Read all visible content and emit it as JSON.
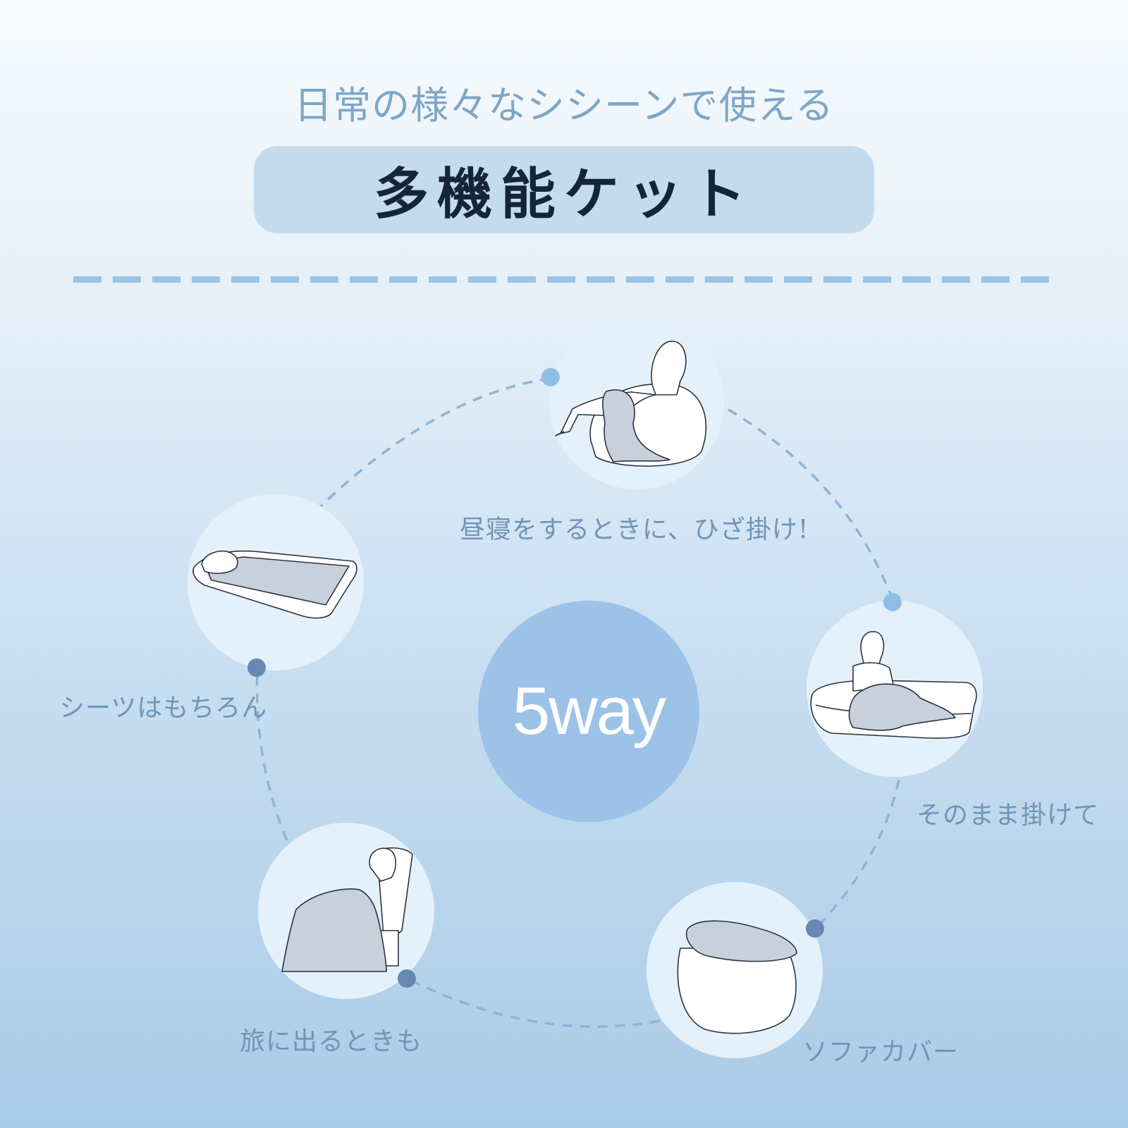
{
  "header": {
    "subtitle": "日常の様々なシシーンで使える",
    "title": "多機能ケット"
  },
  "center": {
    "label": "5way"
  },
  "uses": [
    {
      "label": "昼寝をするときに、ひざ掛け!",
      "icon": "person-on-beanbag-with-blanket-icon"
    },
    {
      "label": "そのまま掛けて",
      "icon": "person-on-mattress-with-blanket-icon"
    },
    {
      "label": "ソファカバー",
      "icon": "beanbag-sofa-cover-icon"
    },
    {
      "label": "旅に出るときも",
      "icon": "person-in-seat-with-blanket-icon"
    },
    {
      "label": "シーツはもちろん",
      "icon": "mattress-sheet-icon"
    }
  ],
  "colors": {
    "circle_fill": "#e4f1fb",
    "center_fill": "#9cc3e7",
    "dot_light": "#8fbde4",
    "dot_dark": "#6689b1",
    "dashes": "#8db4d6",
    "blanket": "#c8d0dc"
  }
}
